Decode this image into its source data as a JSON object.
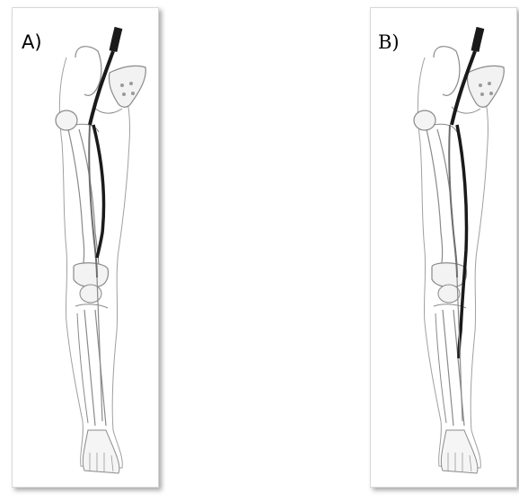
{
  "panels": [
    {
      "id": "A",
      "label": "A)",
      "graft_type": "short-bypass-above-knee"
    },
    {
      "id": "B",
      "label": "B)",
      "graft_type": "long-bypass-below-knee"
    }
  ],
  "colors": {
    "bone_stroke": "#8a8a8a",
    "outline_stroke": "#a0a0a0",
    "artery_dark": "#1a1a1a",
    "artery_mid": "#6e6e6e",
    "panel_border": "#d9d9d9"
  }
}
